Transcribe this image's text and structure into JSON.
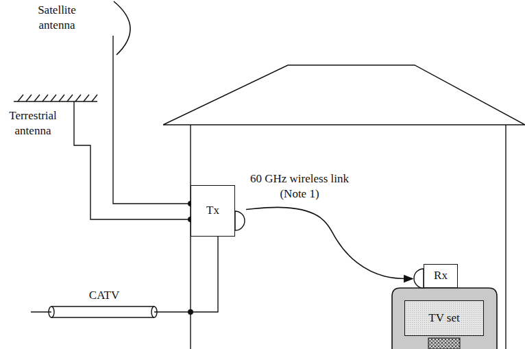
{
  "diagram": {
    "nodes": [
      {
        "text": [
          "Tx"
        ]
      },
      {
        "text": [
          "Rx"
        ]
      },
      {
        "text": [
          "TV set"
        ]
      }
    ],
    "edges": [
      {
        "from": 0,
        "to": 1,
        "arrow": "to",
        "label": "60 GHz wireless link (Note 1)"
      }
    ],
    "labels": [
      "Satellite antenna",
      "Terrestrial antenna",
      "CATV"
    ]
  }
}
